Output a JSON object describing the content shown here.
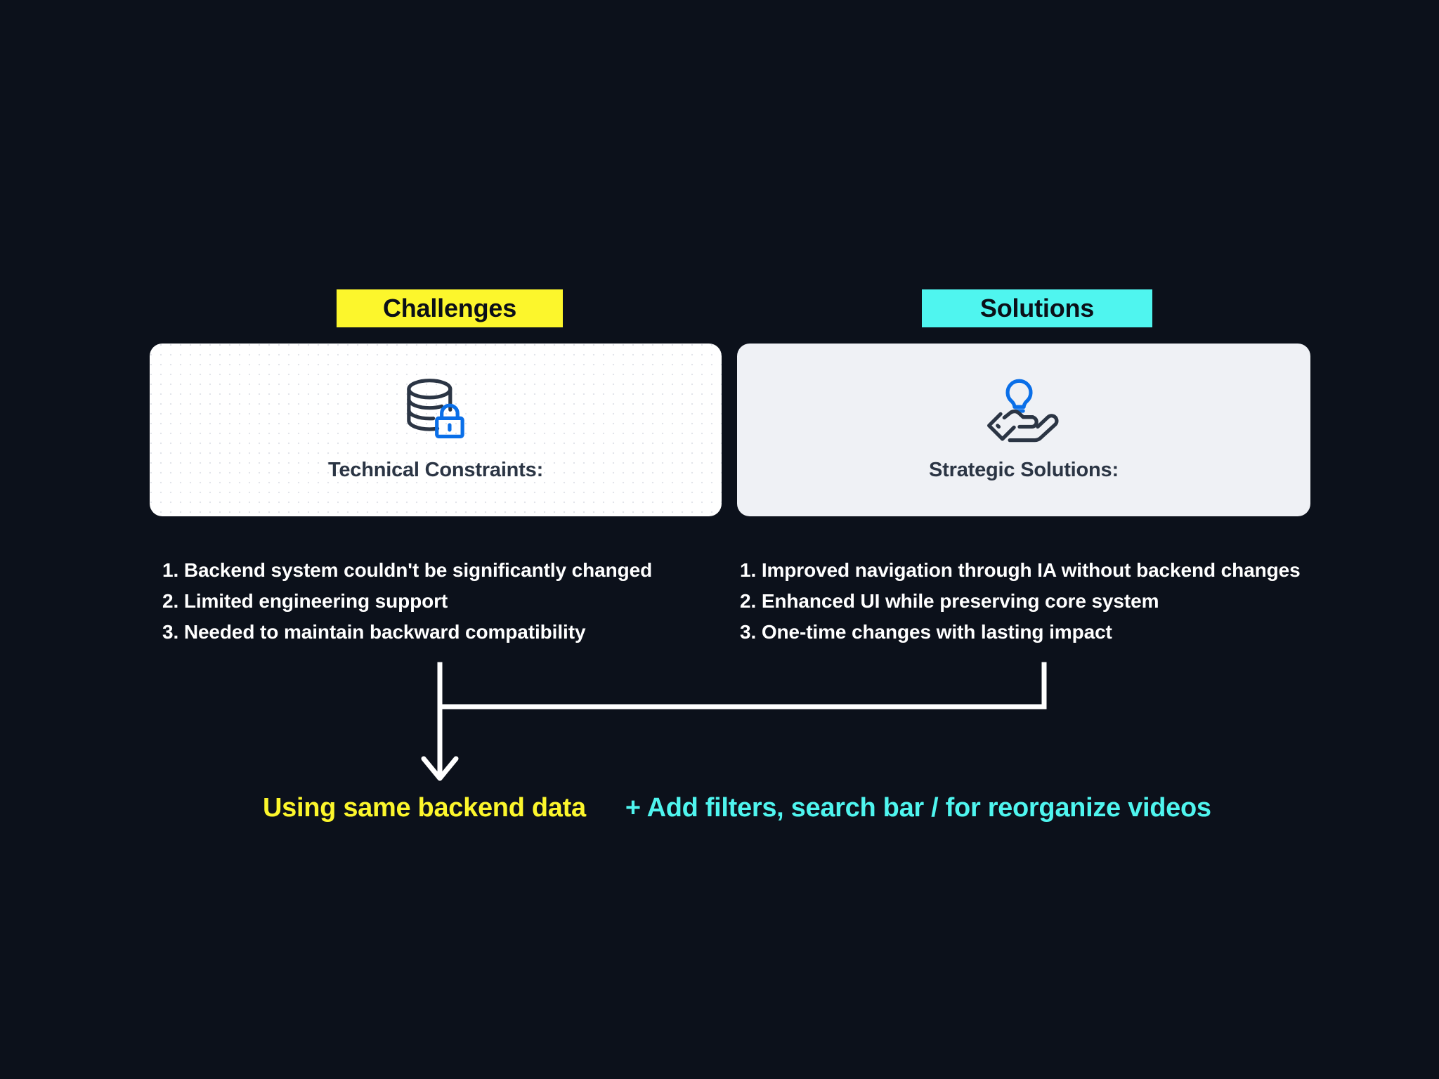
{
  "theme": {
    "background": "#0c111b",
    "yellow": "#fcf62c",
    "cyan": "#4ff5ef",
    "card_white": "#ffffff",
    "card_gray": "#eff1f5",
    "icon_dark": "#2b3544",
    "icon_blue": "#0a6fe8",
    "text_white": "#ffffff"
  },
  "columns": {
    "left": {
      "chip_label": "Challenges",
      "card": {
        "icon": "database-lock-icon",
        "caption": "Technical Constraints:"
      },
      "bullets": [
        "1. Backend system couldn't be significantly changed",
        "2. Limited engineering support",
        "3. Needed to maintain backward compatibility"
      ]
    },
    "right": {
      "chip_label": "Solutions",
      "card": {
        "icon": "hand-lightbulb-icon",
        "caption": "Strategic Solutions:"
      },
      "bullets": [
        "1. Improved navigation through IA without backend changes",
        "2. Enhanced UI while preserving core system",
        "3. One-time changes with lasting impact"
      ]
    }
  },
  "connector": {
    "icon": "merge-down-arrow-icon"
  },
  "caption": {
    "yellow_text": "Using same backend data",
    "cyan_text": "+ Add filters, search bar  /  for reorganize videos"
  }
}
